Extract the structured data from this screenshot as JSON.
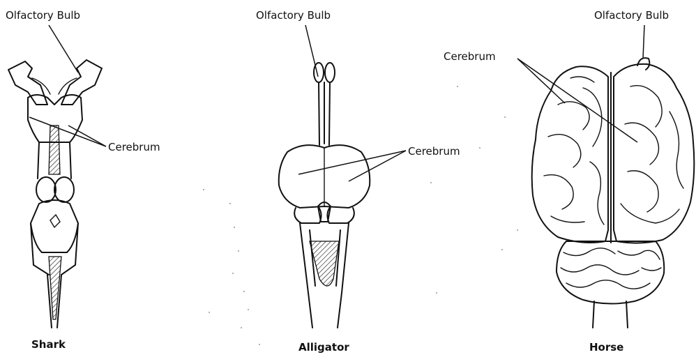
{
  "shark": {
    "olfactory_label": "Olfactory Bulb",
    "cerebrum_label": "Cerebrum",
    "name": "Shark"
  },
  "alligator": {
    "olfactory_label": "Olfactory Bulb",
    "cerebrum_label": "Cerebrum",
    "name": "Alligator"
  },
  "horse": {
    "olfactory_label": "Olfactory Bulb",
    "cerebrum_label": "Cerebrum",
    "name": "Horse"
  }
}
